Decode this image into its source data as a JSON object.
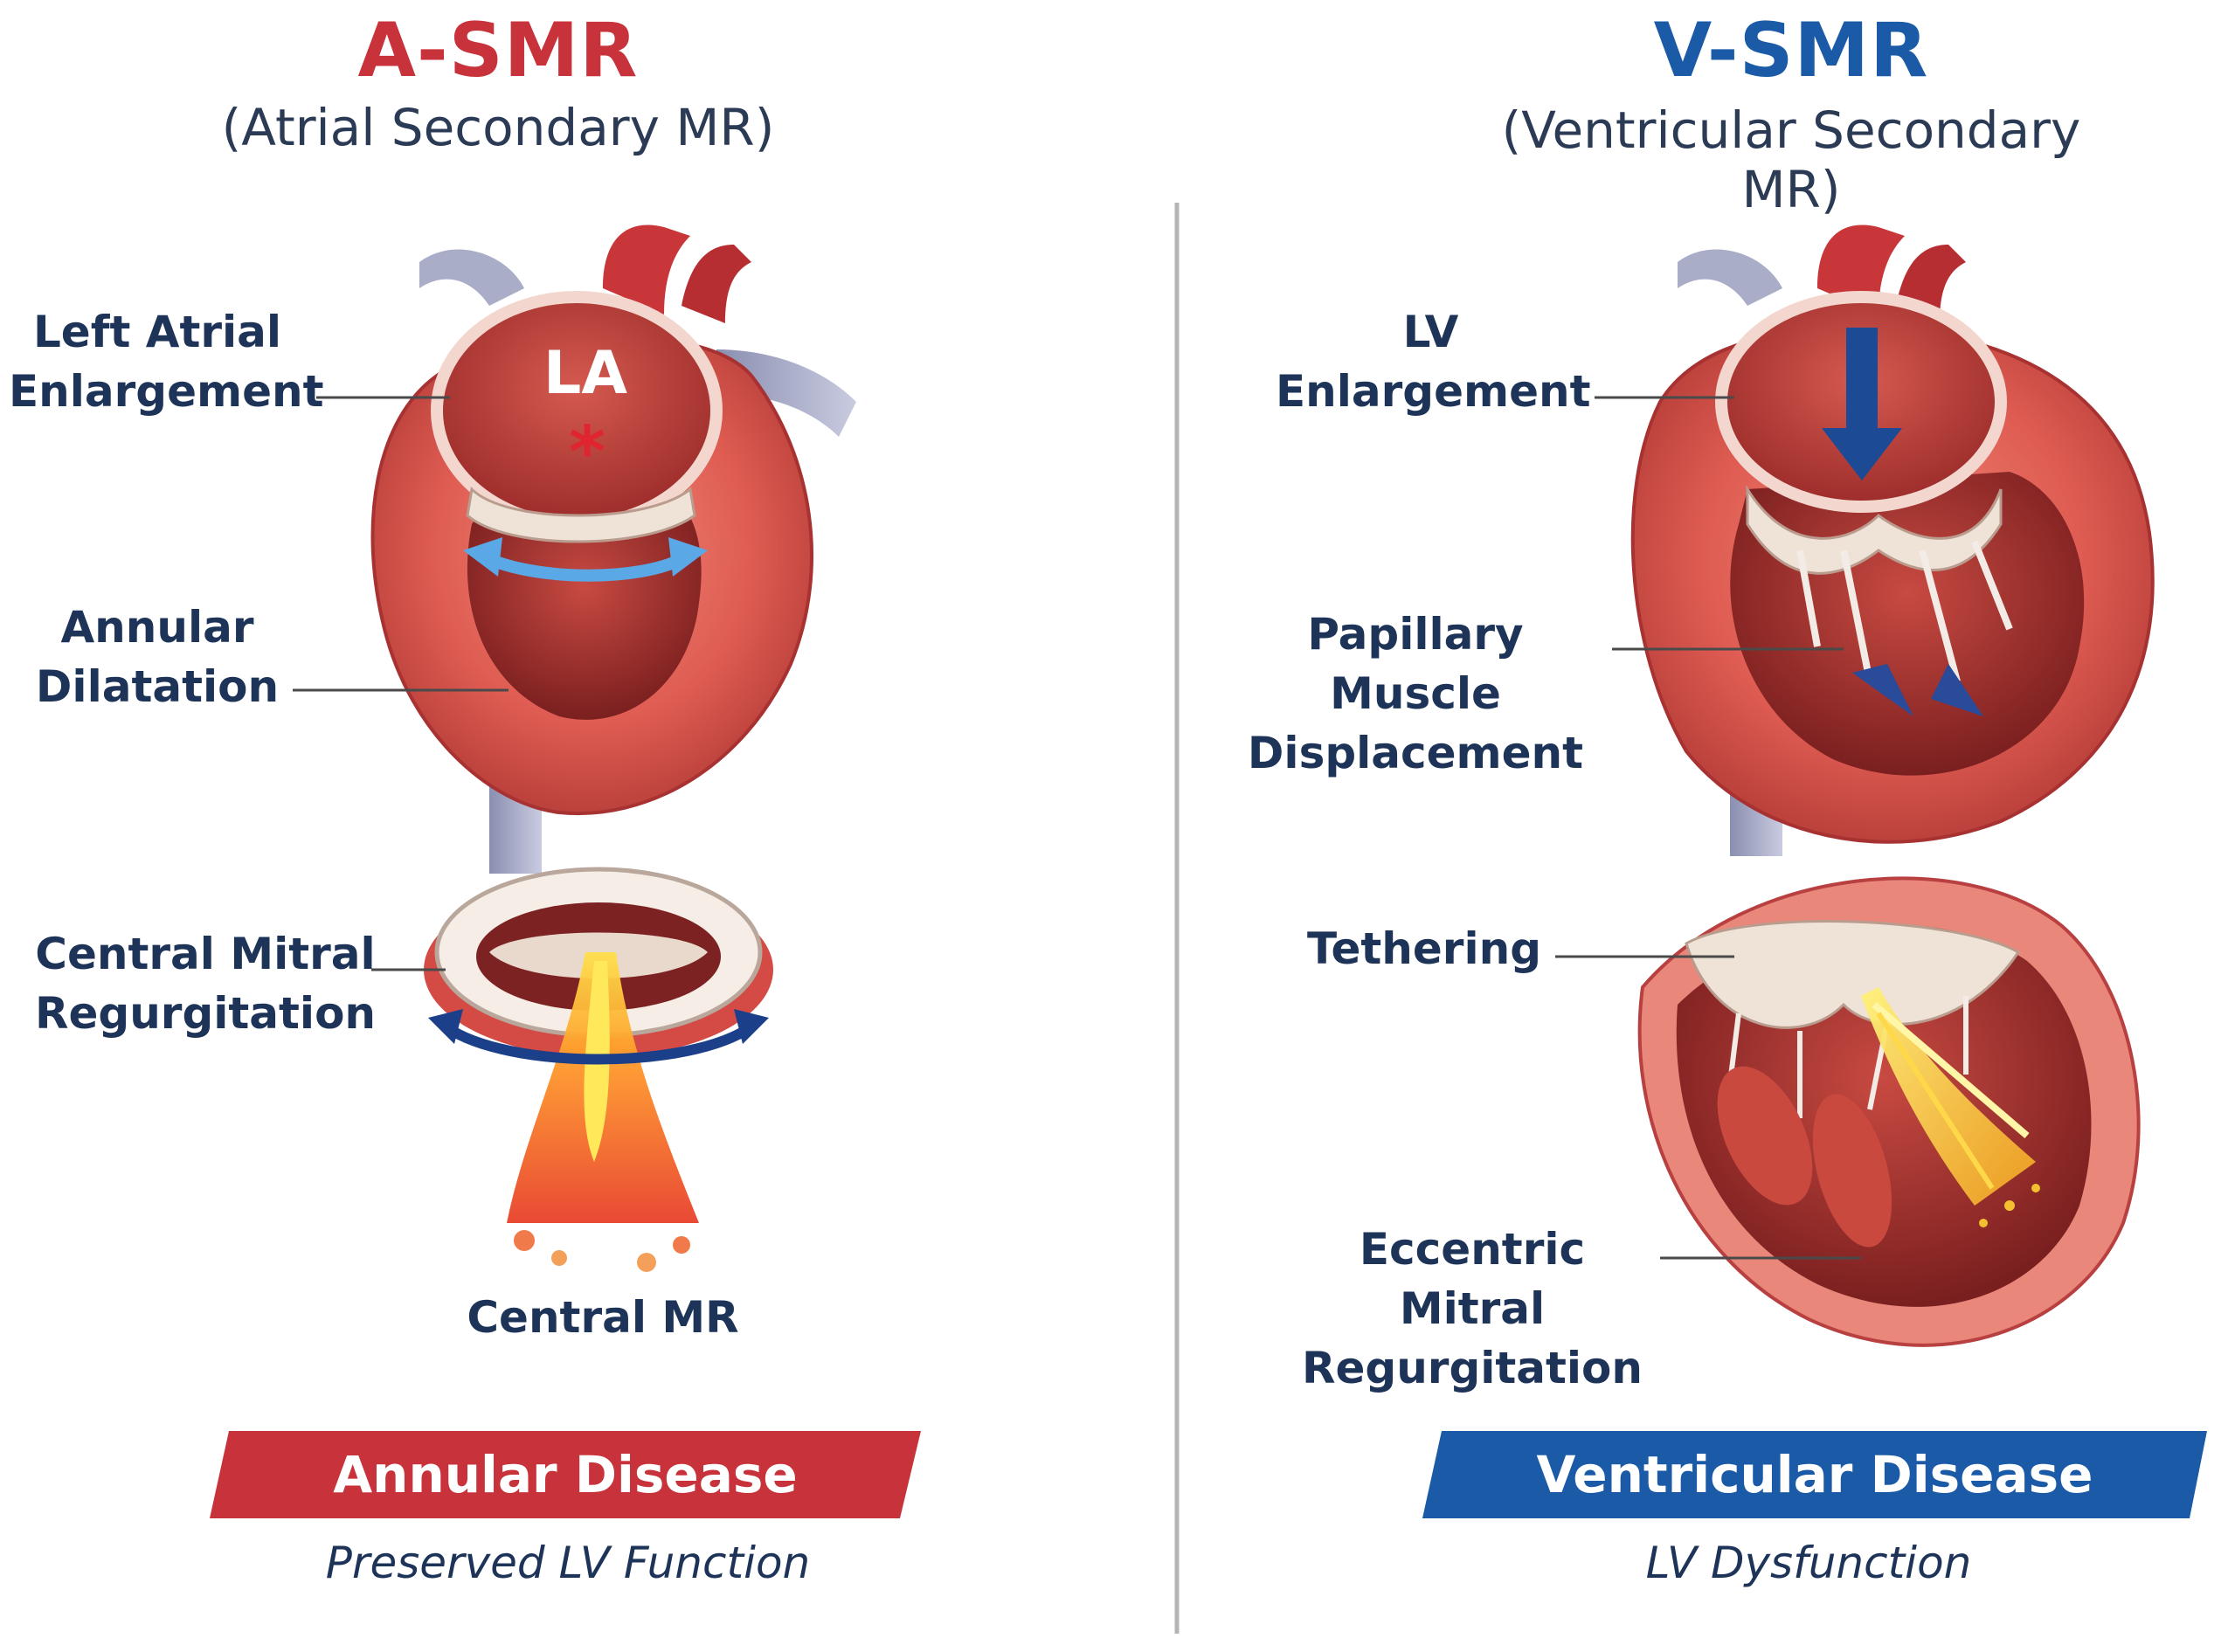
{
  "left": {
    "title": "A-SMR",
    "subtitle": "(Atrial Secondary MR)",
    "heart_label": "LA",
    "labels": {
      "left_atrial_enlargement": [
        "Left Atrial",
        "Enlargement"
      ],
      "annular_dilatation": [
        "Annular",
        "Dilatation"
      ],
      "central_mitral_regurgitation": [
        "Central Mitral",
        "Regurgitation"
      ]
    },
    "valve_caption": "Central MR",
    "banner": "Annular Disease",
    "banner_caption": "Preserved LV Function",
    "accent_color": "#c8323a"
  },
  "right": {
    "title": "V-SMR",
    "subtitle": "(Ventricular Secondary MR)",
    "labels": {
      "lv_enlargement": [
        "LV",
        "Enlargement"
      ],
      "papillary_muscle_displacement": [
        "Papillary Muscle",
        "Displacement"
      ],
      "tethering": [
        "Tethering"
      ],
      "eccentric_mitral_regurgitation": [
        "Eccentric Mitral",
        "Regurgitation"
      ]
    },
    "banner": "Ventricular Disease",
    "banner_caption": "LV Dysfunction",
    "accent_color": "#1a5aa6"
  }
}
